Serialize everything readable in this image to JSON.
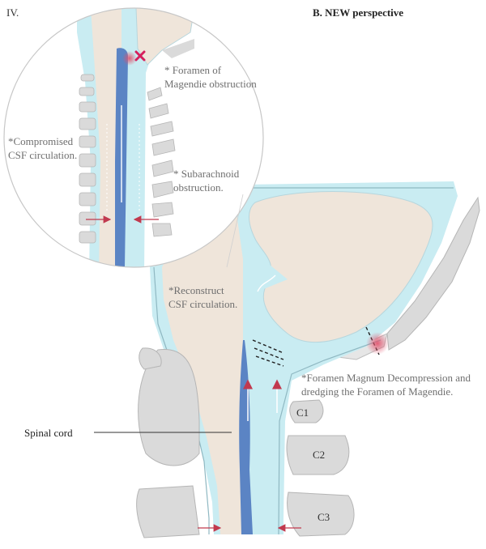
{
  "panel_label": "IV.",
  "title": "B. NEW perspective",
  "annotations": {
    "foramen_magendie_obstruction": [
      "* Foramen of",
      "Magendie obstruction"
    ],
    "compromised_csf": [
      "*Compromised",
      "CSF circulation."
    ],
    "subarachnoid_obstruction": [
      "* Subarachnoid",
      "obstruction."
    ],
    "reconstruct_csf": [
      "*Reconstruct",
      "CSF circulation."
    ],
    "decompression": [
      "*Foramen Magnum Decompression and",
      "dredging the Foramen of Magendie."
    ],
    "spinal_cord": "Spinal cord"
  },
  "vertebrae": [
    "C1",
    "C2",
    "C3"
  ],
  "colors": {
    "csf": "#c9ecf2",
    "brain_tissue": "#efe5da",
    "spinal_cord": "#5b84c4",
    "bone": "#dadada",
    "arrow": "#c1394e",
    "obstruction_mark": "#d61f5c"
  }
}
